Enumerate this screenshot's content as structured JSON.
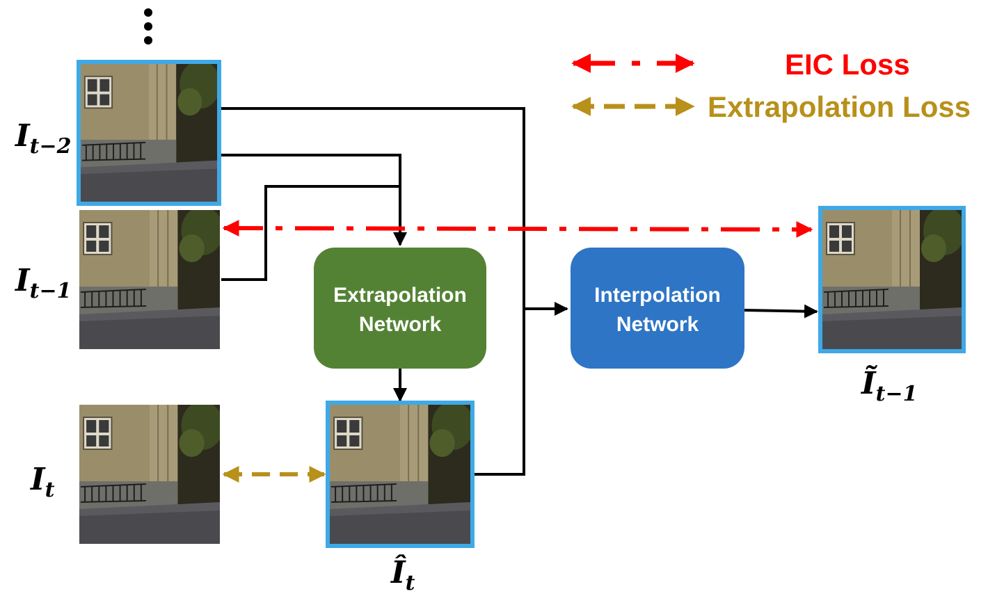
{
  "colors": {
    "frame_border": "#3fa9e6",
    "extrapolation_box": "#548235",
    "interpolation_box": "#2e75c6",
    "eic_loss": "#ff0000",
    "extrapolation_loss": "#b8901a",
    "line": "#000000"
  },
  "legend": {
    "eic_loss_label": "EIC Loss",
    "extrapolation_loss_label": "Extrapolation Loss"
  },
  "nodes": {
    "extrapolation_network": {
      "line1": "Extrapolation",
      "line2": "Network"
    },
    "interpolation_network": {
      "line1": "Interpolation",
      "line2": "Network"
    }
  },
  "frames": {
    "i_t_minus_2": {
      "symbol": "I",
      "subscript": "t−2"
    },
    "i_t_minus_1": {
      "symbol": "I",
      "subscript": "t−1"
    },
    "i_t": {
      "symbol": "I",
      "subscript": "t"
    },
    "i_hat_t": {
      "symbol": "Î",
      "subscript": "t"
    },
    "i_tilde_t_minus_1": {
      "symbol": "Ĩ",
      "subscript": "t−1"
    }
  },
  "ellipsis": "⋮"
}
